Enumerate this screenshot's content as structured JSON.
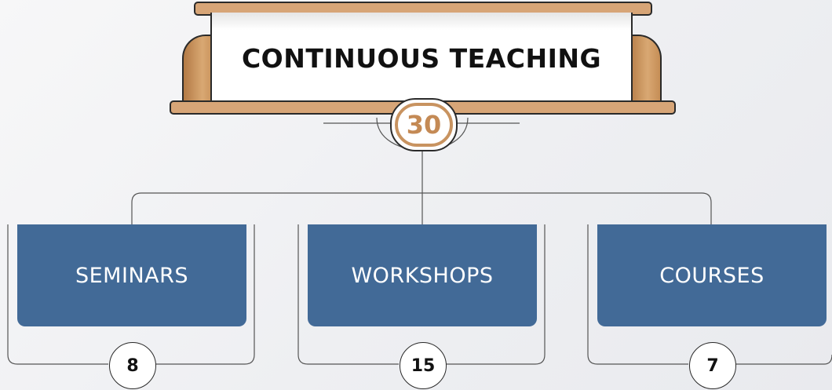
{
  "title": "CONTINUOUS TEACHING",
  "total": "30",
  "categories": [
    {
      "label": "SEMINARS",
      "count": "8"
    },
    {
      "label": "WORKSHOPS",
      "count": "15"
    },
    {
      "label": "COURSES",
      "count": "7"
    }
  ],
  "colors": {
    "card_fill": "#426a97",
    "wood": "#d7a577",
    "accent": "#c48a55",
    "outline": "#2a2a2a"
  }
}
